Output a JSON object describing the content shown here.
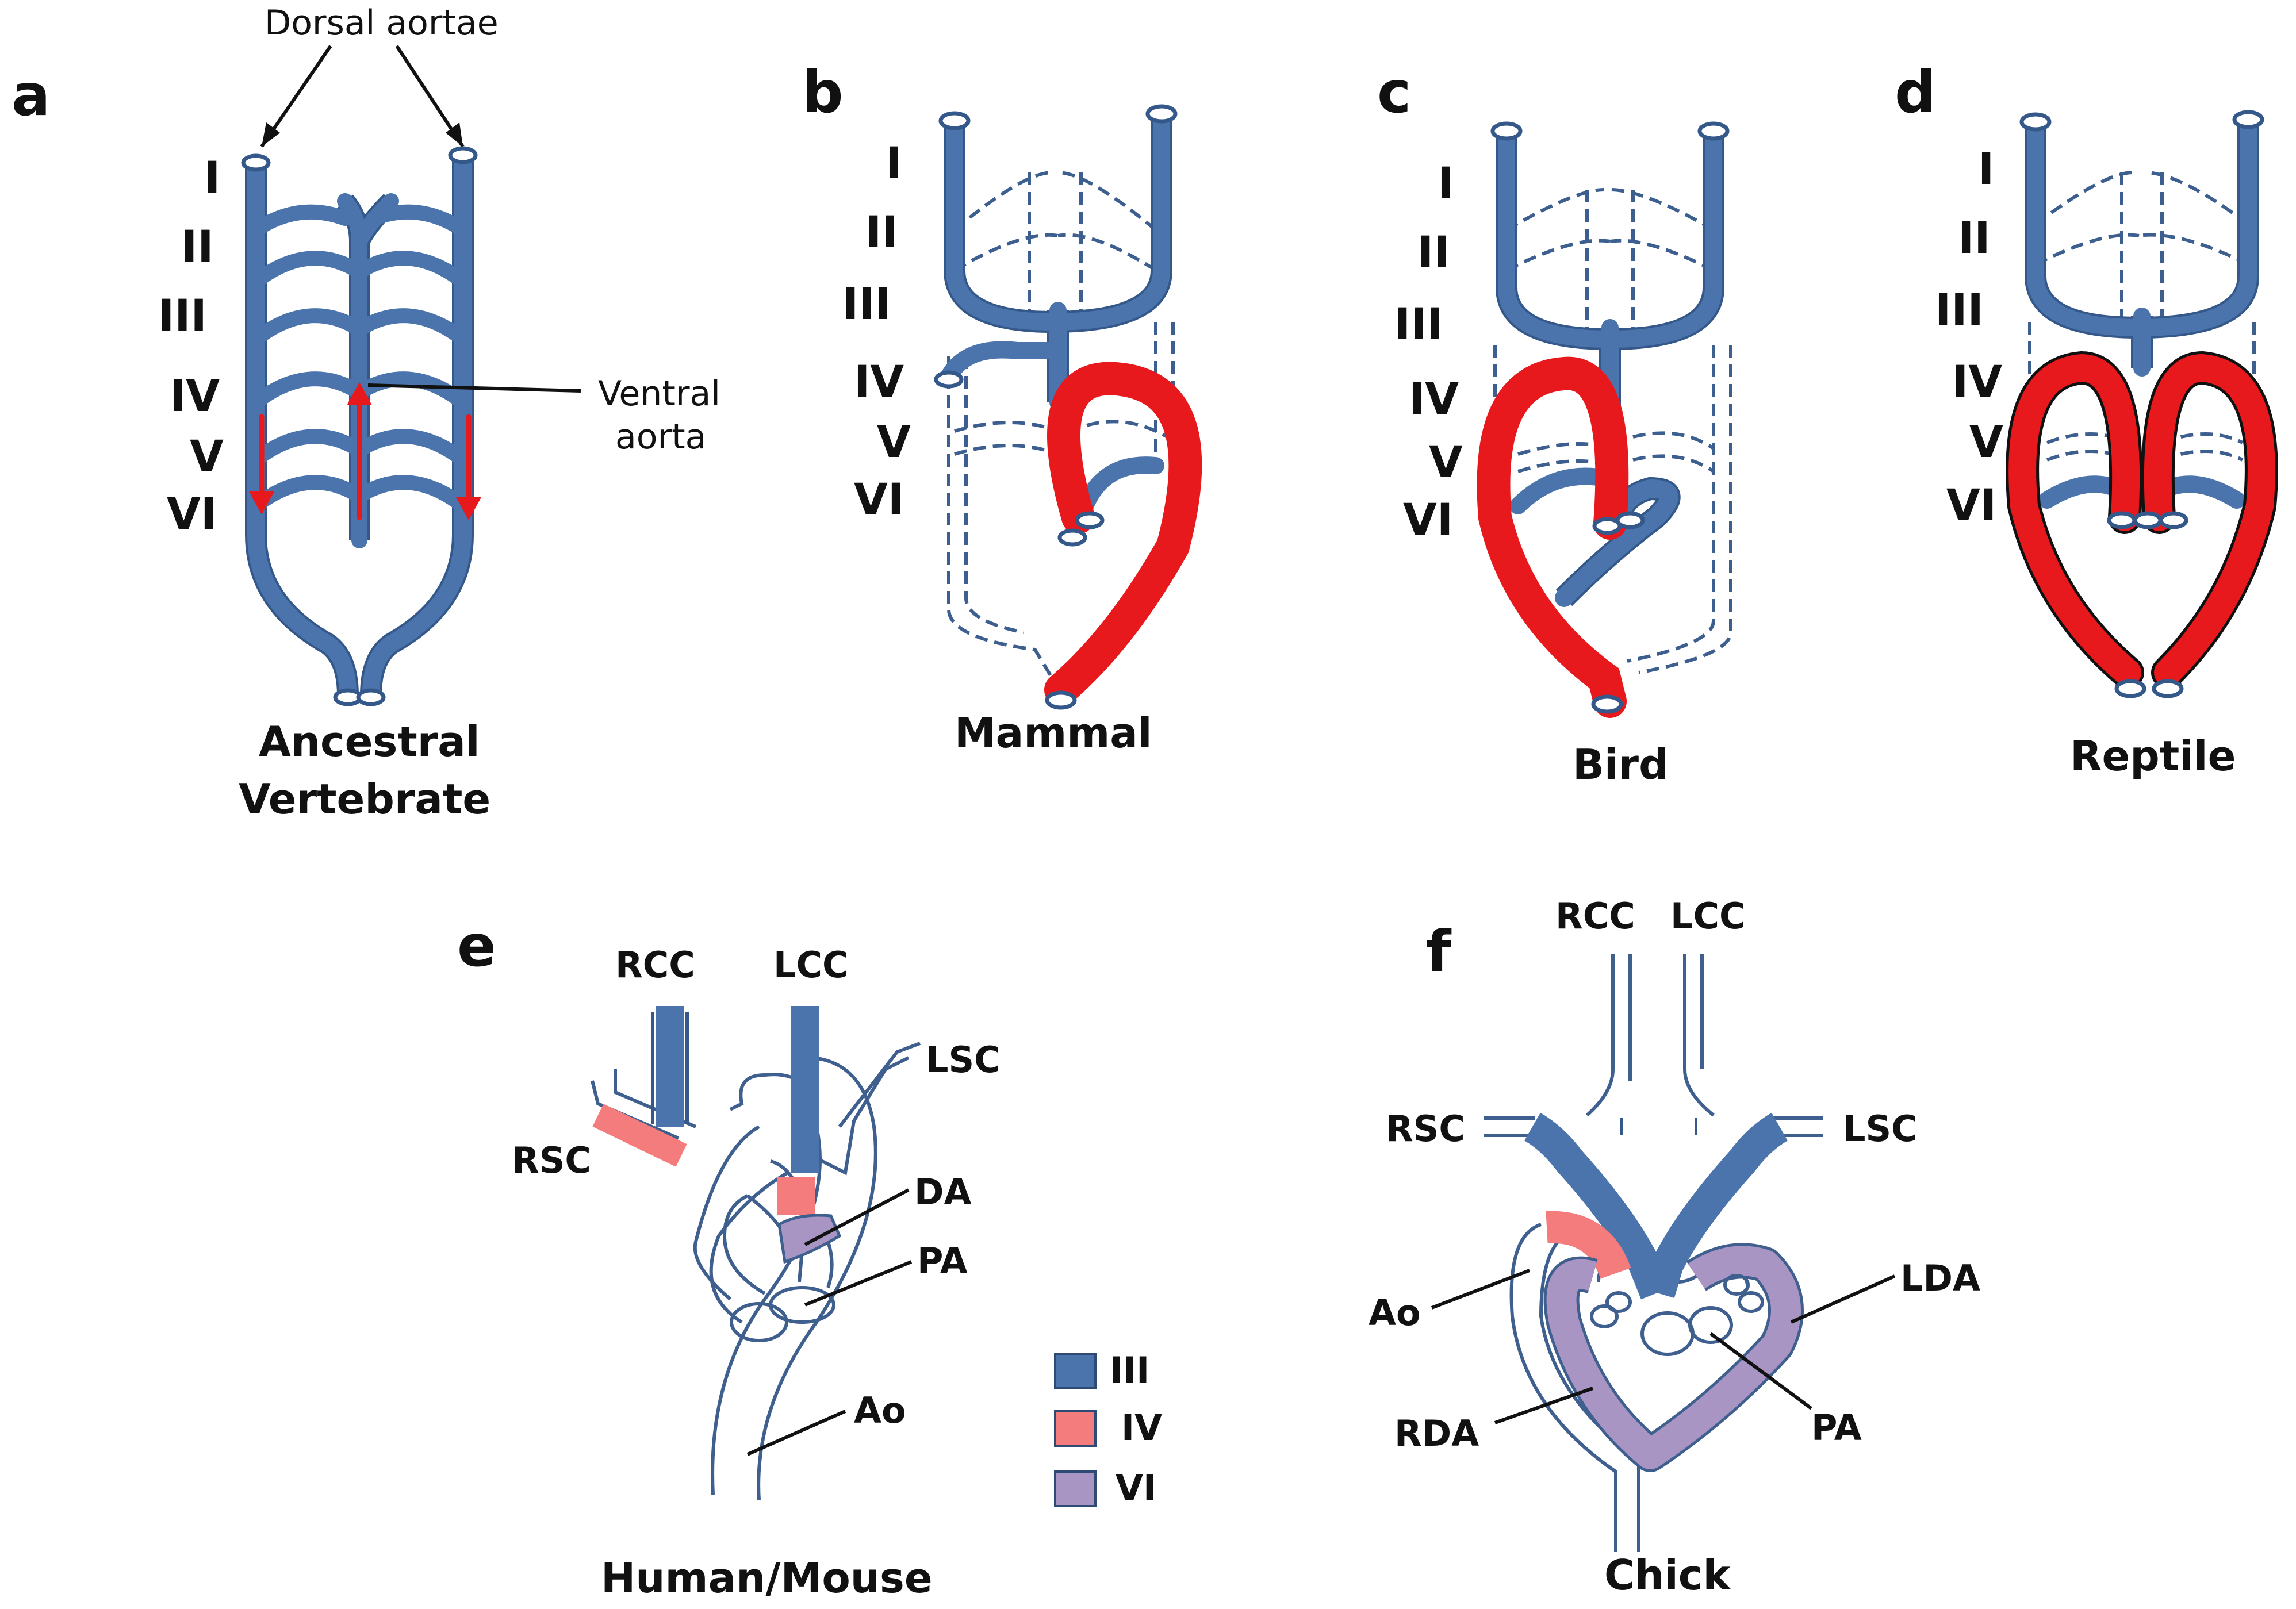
{
  "panels": {
    "a": {
      "letter": "a",
      "caption_line1": "Ancestral",
      "caption_line2": "Vertebrate",
      "top_label": "Dorsal aortae",
      "ventral_line1": "Ventral",
      "ventral_line2": "aorta"
    },
    "b": {
      "letter": "b",
      "caption": "Mammal"
    },
    "c": {
      "letter": "c",
      "caption": "Bird"
    },
    "d": {
      "letter": "d",
      "caption": "Reptile"
    },
    "e": {
      "letter": "e",
      "caption": "Human/Mouse",
      "labels": {
        "rcc": "RCC",
        "lcc": "LCC",
        "lsc": "LSC",
        "rsc": "RSC",
        "da": "DA",
        "pa": "PA",
        "ao": "Ao"
      }
    },
    "f": {
      "letter": "f",
      "caption": "Chick",
      "labels": {
        "rcc": "RCC",
        "lcc": "LCC",
        "rsc": "RSC",
        "lsc": "LSC",
        "ao": "Ao",
        "lda": "LDA",
        "rda": "RDA",
        "pa": "PA"
      }
    }
  },
  "arch_numerals": [
    "I",
    "II",
    "III",
    "IV",
    "V",
    "VI"
  ],
  "legend": [
    {
      "label": "III",
      "color": "#4a74ab"
    },
    {
      "label": "IV",
      "color": "#f47c7c"
    },
    {
      "label": "VI",
      "color": "#a995c4"
    }
  ],
  "colors": {
    "vessel_blue": "#4a74ab",
    "systemic_red": "#e8191c",
    "arch_iv_pink": "#f47c7c",
    "arch_vi_purple": "#a995c4"
  }
}
